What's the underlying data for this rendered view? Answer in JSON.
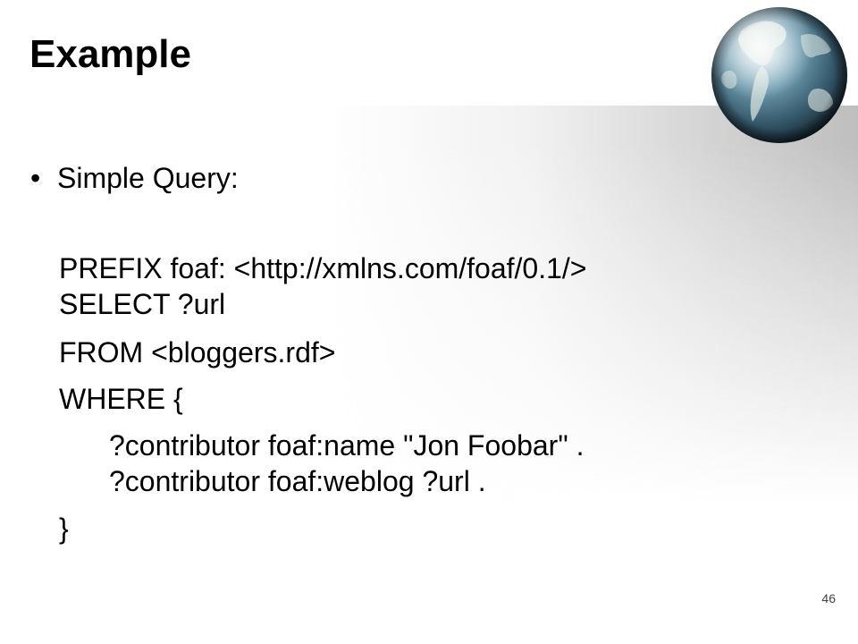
{
  "slide": {
    "title": "Example",
    "bullet": "Simple Query:",
    "bullet_marker": "•",
    "query_lines": [
      "PREFIX foaf: <http://xmlns.com/foaf/0.1/>",
      "SELECT ?url",
      "FROM <bloggers.rdf>",
      "WHERE {",
      "?contributor foaf:name \"Jon Foobar\" .",
      "?contributor foaf:weblog ?url .",
      "}"
    ],
    "page_number": "46"
  },
  "decor": {
    "globe": "globe-icon",
    "ocean_color": "#3e6f86",
    "land_color": "#d9e4dd",
    "background_gradient": "#bebebe"
  }
}
